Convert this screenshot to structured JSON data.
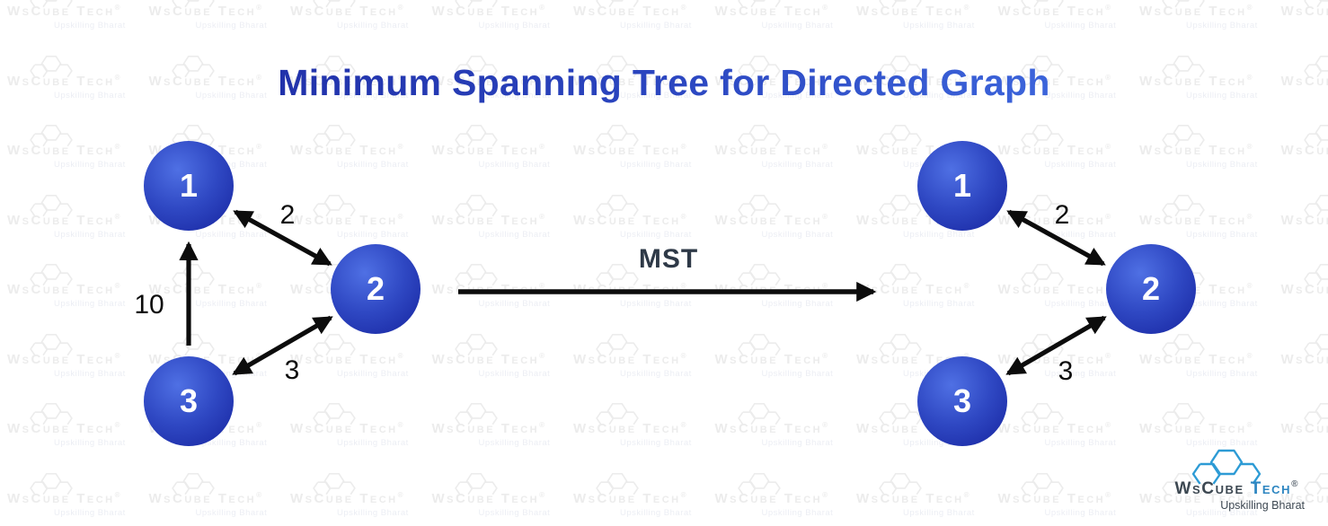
{
  "title": "Minimum Spanning Tree for Directed Graph",
  "transform_label": "MST",
  "colors": {
    "title_gradient_from": "#1e2ca4",
    "title_gradient_to": "#3f6ae0",
    "node_fill_light": "#4f70e4",
    "node_fill_dark": "#16239e",
    "arrow": "#0c0c0c",
    "mst_label": "#2e3947",
    "logo_blue": "#2e86c1",
    "logo_dark": "#3d4852",
    "watermark": "#ececec"
  },
  "graphs": [
    {
      "name": "directed-graph",
      "nodes": [
        {
          "label": "1"
        },
        {
          "label": "2"
        },
        {
          "label": "3"
        }
      ],
      "edges": [
        {
          "from": "1",
          "to": "2",
          "weight": "2",
          "direction": "both"
        },
        {
          "from": "3",
          "to": "1",
          "weight": "10",
          "direction": "one-way"
        },
        {
          "from": "3",
          "to": "2",
          "weight": "3",
          "direction": "both"
        }
      ]
    },
    {
      "name": "minimum-spanning-tree",
      "nodes": [
        {
          "label": "1"
        },
        {
          "label": "2"
        },
        {
          "label": "3"
        }
      ],
      "edges": [
        {
          "from": "1",
          "to": "2",
          "weight": "2",
          "direction": "both"
        },
        {
          "from": "3",
          "to": "2",
          "weight": "3",
          "direction": "both"
        }
      ]
    }
  ],
  "logo": {
    "brand_ws": "WsCube",
    "brand_tech": "Tech",
    "registered": "®",
    "tagline": "Upskilling Bharat"
  },
  "watermark": {
    "brand": "WsCube Tech",
    "registered": "®",
    "tagline": "Upskilling Bharat"
  }
}
